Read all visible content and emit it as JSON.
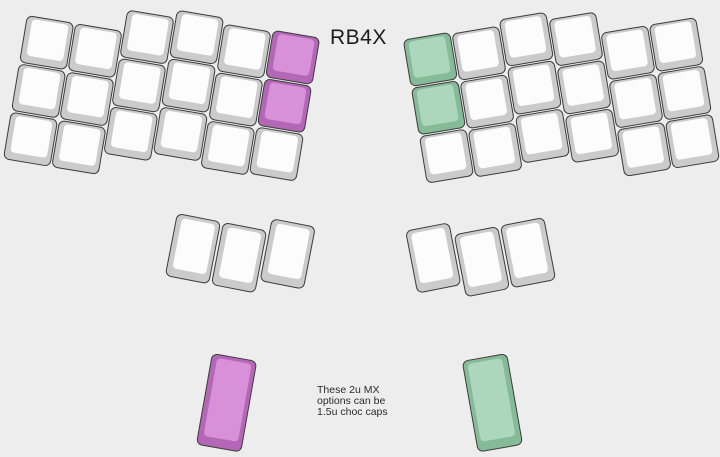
{
  "title": "RB4X",
  "note": {
    "lines": [
      "These 2u MX",
      "options can be",
      "1.5u choc caps"
    ]
  },
  "colors": {
    "bg": "#ededed",
    "key-border": "#3c3c3c",
    "key-side": "#cbcbcb",
    "key-top": "#fcfcfc",
    "purple-side": "#b467b7",
    "purple-top": "#d890d9",
    "green-side": "#86bb98",
    "green-top": "#acd7bc",
    "title-color": "#1c1c1c",
    "note-color": "#2b2b2b"
  },
  "keyboard": {
    "name": "RB4X",
    "halves": [
      {
        "side": "left",
        "columns": 6,
        "rows": 3,
        "accent": "purple",
        "accent_keys": "inner column, top two rows"
      },
      {
        "side": "right",
        "columns": 6,
        "rows": 3,
        "accent": "green",
        "accent_keys": "inner column, top two rows"
      }
    ],
    "thumb_keys_per_side": 3,
    "bottom_option_keys": [
      {
        "side": "left",
        "size": "2u",
        "color": "purple"
      },
      {
        "side": "right",
        "size": "2u",
        "color": "green"
      }
    ]
  }
}
